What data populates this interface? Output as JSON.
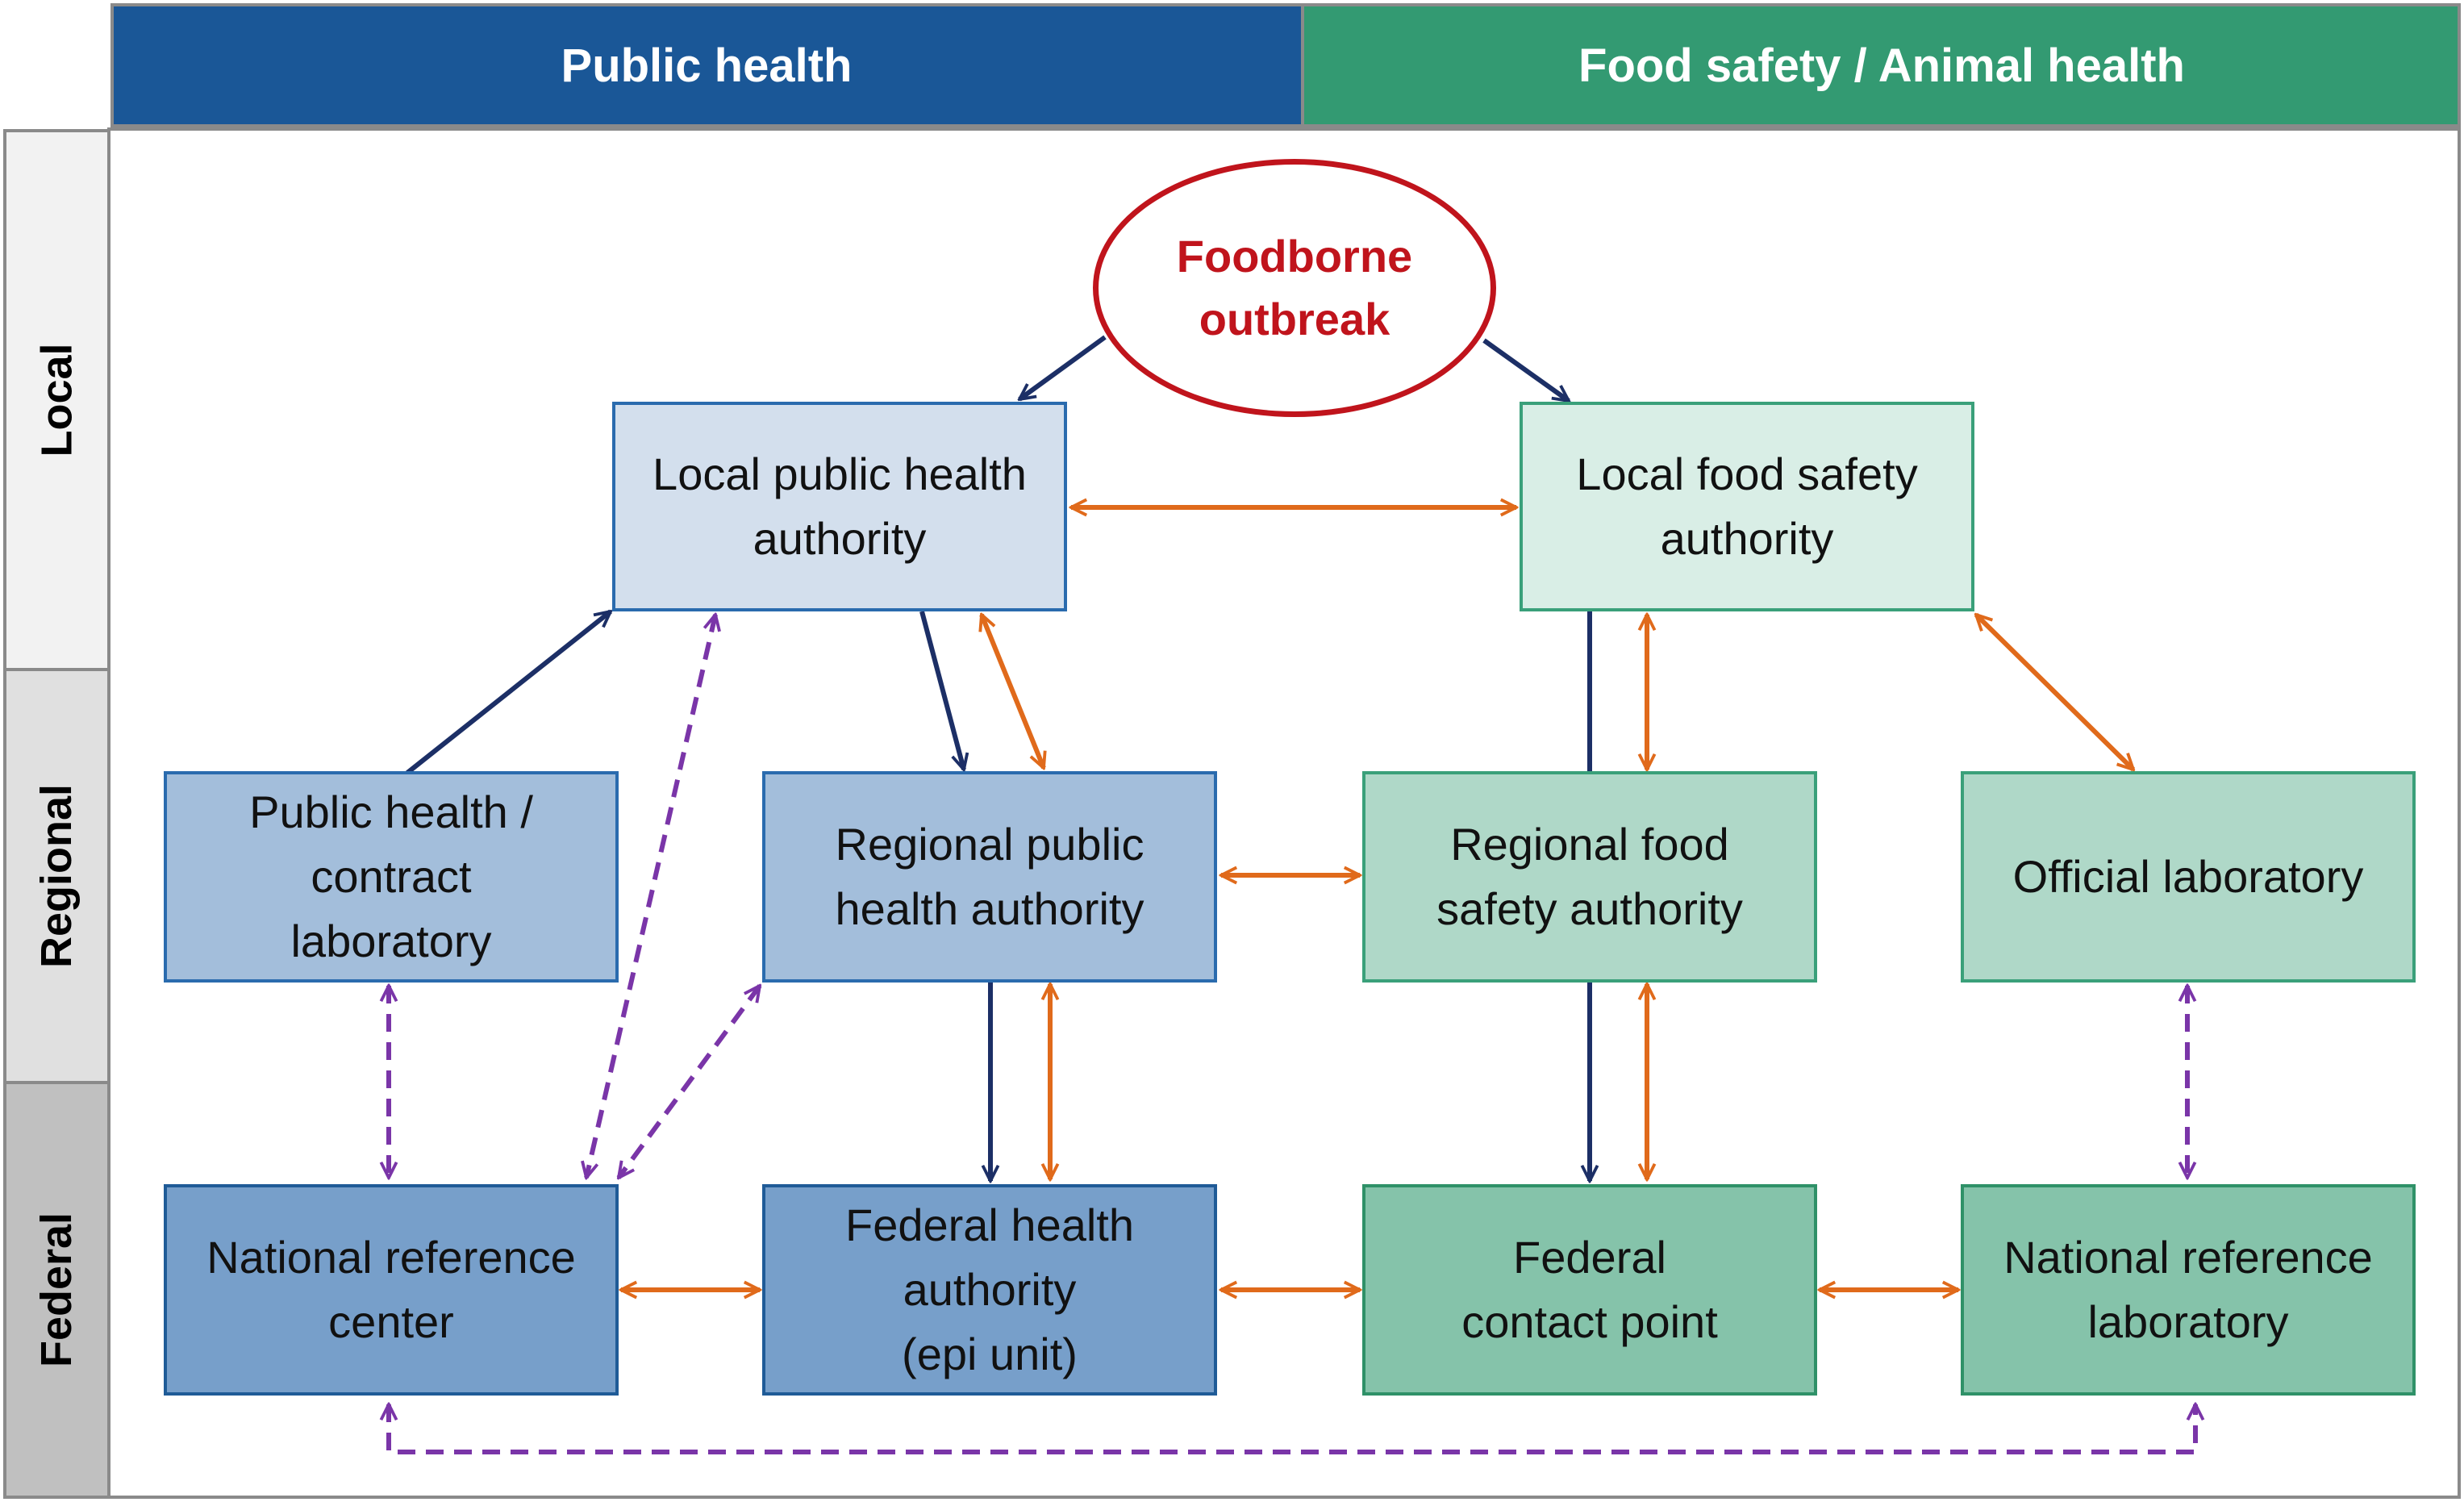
{
  "header": {
    "public_health": "Public health",
    "food_safety": "Food safety / Animal health"
  },
  "levels": {
    "local": "Local",
    "regional": "Regional",
    "federal": "Federal"
  },
  "outbreak": "Foodborne\noutbreak",
  "nodes": {
    "local_public_health_authority": "Local public health\nauthority",
    "local_food_safety_authority": "Local food safety\nauthority",
    "public_health_contract_laboratory": "Public health /\ncontract\nlaboratory",
    "regional_public_health_authority": "Regional public\nhealth authority",
    "regional_food_safety_authority": "Regional food\nsafety authority",
    "official_laboratory": "Official laboratory",
    "national_reference_center": "National reference\ncenter",
    "federal_health_authority": "Federal health\nauthority\n(epi unit)",
    "federal_contact_point": "Federal\ncontact point",
    "national_reference_laboratory": "National reference\nlaboratory"
  },
  "colors": {
    "public_health_header": "#1a5797",
    "food_safety_header": "#339a72",
    "outbreak": "#c0141c",
    "flow_arrow": "#1c2f66",
    "exchange_arrow": "#e06a1b",
    "lab_link_arrow": "#7a35a8"
  }
}
